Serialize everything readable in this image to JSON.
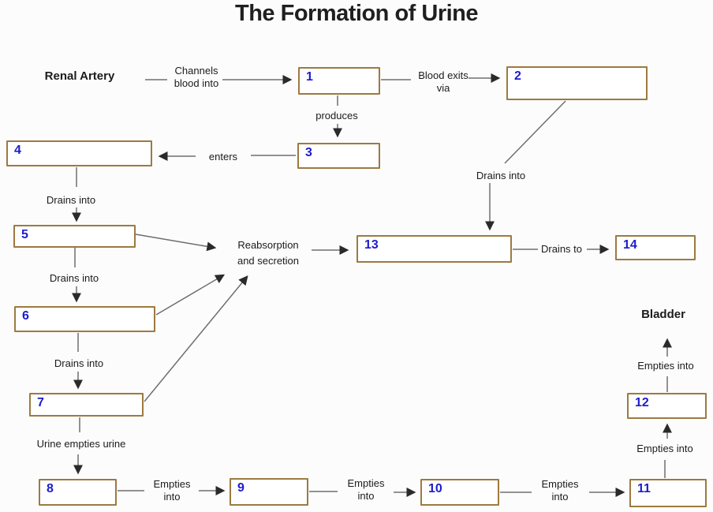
{
  "title": "The Formation of Urine",
  "labels": {
    "renal_artery": "Renal Artery",
    "channels_blood_into": "Channels blood into",
    "blood_exits_via": "Blood exits via",
    "produces": "produces",
    "enters": "enters",
    "drains_into": "Drains into",
    "urine_empties_urine": "Urine empties urine",
    "empties_into": "Empties into",
    "reabsorption_and_secretion": "Reabsorption and secretion",
    "drains_to": "Drains to",
    "bladder": "Bladder"
  },
  "boxes": {
    "1": "1",
    "2": "2",
    "3": "3",
    "4": "4",
    "5": "5",
    "6": "6",
    "7": "7",
    "8": "8",
    "9": "9",
    "10": "10",
    "11": "11",
    "12": "12",
    "13": "13",
    "14": "14"
  },
  "colors": {
    "box_border": "#9c7a40",
    "number_blue": "#1c1ccd",
    "line_gray": "#6e6e6e",
    "arrow_black": "#2a2a2a",
    "title_black": "#1f1f1f"
  }
}
